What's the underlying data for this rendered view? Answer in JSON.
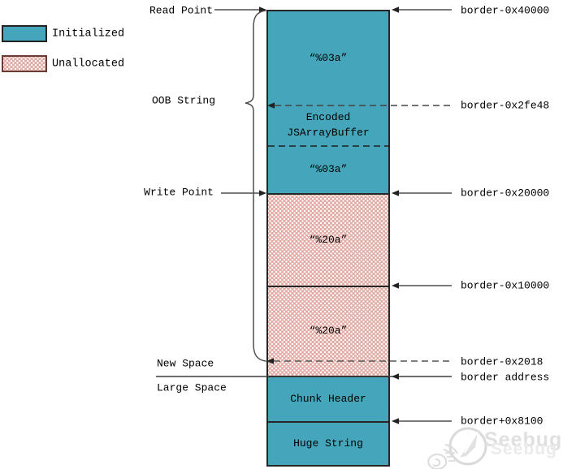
{
  "legend": {
    "items": [
      {
        "label": "Initialized",
        "type": "initialized"
      },
      {
        "label": "Unallocated",
        "type": "unallocated"
      }
    ]
  },
  "pointers_left": {
    "read_point": "Read Point",
    "oob_string": "OOB String",
    "write_point": "Write Point",
    "new_space": "New Space",
    "large_space": "Large Space"
  },
  "borders_right": {
    "b40000": "border-0x40000",
    "b2fe48": "border-0x2fe48",
    "b20000": "border-0x20000",
    "b10000": "border-0x10000",
    "b2018": "border-0x2018",
    "baddress": "border address",
    "b8100": "border+0x8100"
  },
  "memory_column": {
    "segments": [
      {
        "label": "“%03a”",
        "type": "initialized"
      },
      {
        "label_line1": "Encoded",
        "label_line2": "JSArrayBuffer",
        "type": "initialized"
      },
      {
        "label": "“%03a”",
        "type": "initialized"
      },
      {
        "label": "“%20a”",
        "type": "unallocated"
      },
      {
        "label": "“%20a”",
        "type": "unallocated"
      },
      {
        "label": "Chunk Header",
        "type": "initialized"
      },
      {
        "label": "Huge String",
        "type": "initialized"
      }
    ]
  },
  "watermark": {
    "brand": "Seebug",
    "ghost": "Seebug"
  },
  "colors": {
    "initialized": "#45a5bb",
    "unallocated_base": "#e2aca4",
    "line": "#4f4f4f"
  }
}
